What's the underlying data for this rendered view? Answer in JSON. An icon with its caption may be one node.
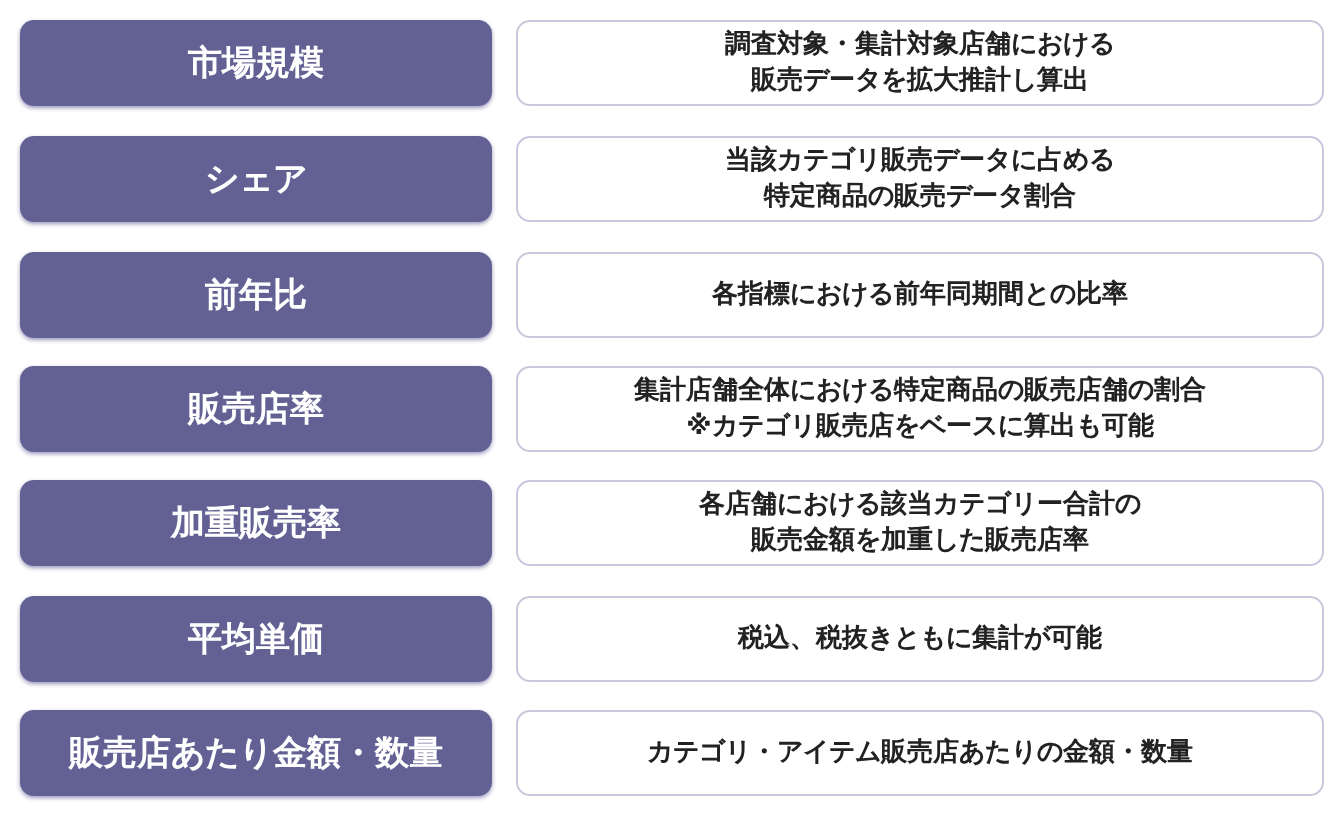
{
  "diagram": {
    "nodes": [
      {
        "text": [
          "市場規模"
        ]
      },
      {
        "text": [
          "調査対象・集計対象店舗における販売データを拡大推計し算出"
        ]
      },
      {
        "text": [
          "シェア"
        ]
      },
      {
        "text": [
          "当該カテゴリ販売データに占める特定商品の販売データ割合"
        ]
      },
      {
        "text": [
          "前年比"
        ]
      },
      {
        "text": [
          "各指標における前年同期間との比率"
        ]
      },
      {
        "text": [
          "販売店率"
        ]
      },
      {
        "text": [
          "集計店舗全体における特定商品の販売店舗の割合※カテゴリ販売店をベースに算出も可能"
        ]
      },
      {
        "text": [
          "加重販売率"
        ]
      },
      {
        "text": [
          "各店舗における該当カテゴリー合計の販売金額を加重した販売店率"
        ]
      },
      {
        "text": [
          "平均単価"
        ]
      },
      {
        "text": [
          "税込、税抜きともに集計が可能"
        ]
      },
      {
        "text": [
          "販売店あたり金額・数量"
        ]
      },
      {
        "text": [
          "カテゴリ・アイテム販売店あたりの金額・数量"
        ]
      }
    ]
  }
}
